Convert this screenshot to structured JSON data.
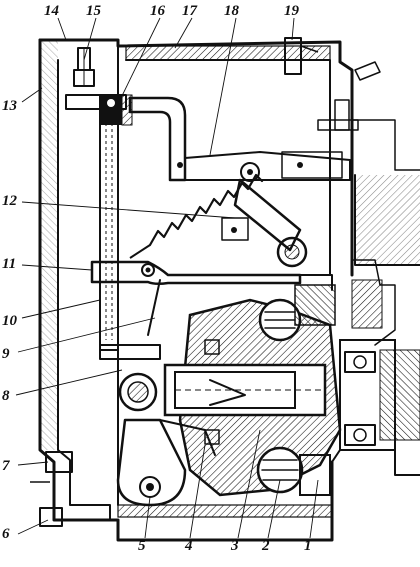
{
  "diagram": {
    "callouts": [
      "1",
      "2",
      "3",
      "4",
      "5",
      "6",
      "7",
      "8",
      "9",
      "10",
      "11",
      "12",
      "13",
      "14",
      "15",
      "16",
      "17",
      "18",
      "19"
    ],
    "colors": {
      "ink": "#111111",
      "paper": "#ffffff"
    }
  }
}
